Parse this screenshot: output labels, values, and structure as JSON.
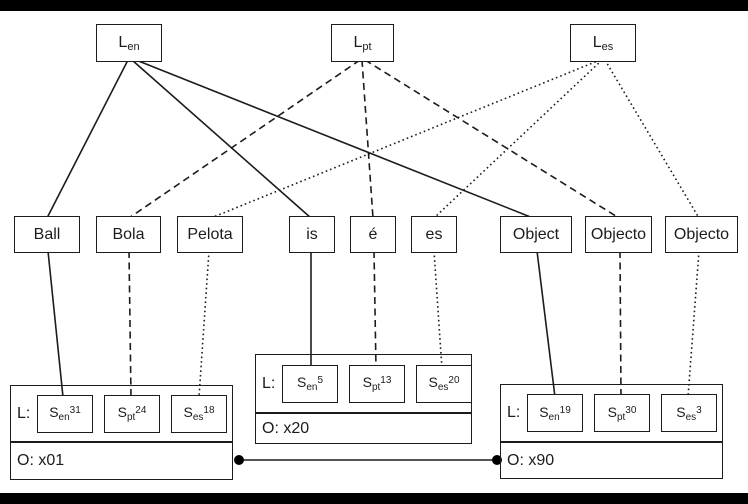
{
  "colors": {
    "background": "#ffffff",
    "bar": "#000000",
    "line": "#1c1c1c"
  },
  "languages": [
    {
      "base": "L",
      "sub": "en",
      "edge_style": "solid"
    },
    {
      "base": "L",
      "sub": "pt",
      "edge_style": "dashed"
    },
    {
      "base": "L",
      "sub": "es",
      "edge_style": "dotted"
    }
  ],
  "words": [
    {
      "label": "Ball"
    },
    {
      "label": "Bola"
    },
    {
      "label": "Pelota"
    },
    {
      "label": "is"
    },
    {
      "label": "é"
    },
    {
      "label": "es"
    },
    {
      "label": "Object"
    },
    {
      "label": "Objecto"
    },
    {
      "label": "Objecto"
    }
  ],
  "structures": [
    {
      "l_label": "L:",
      "o_label": "O: x01",
      "slots": [
        {
          "base": "S",
          "sub": "en",
          "sup": "31"
        },
        {
          "base": "S",
          "sub": "pt",
          "sup": "24"
        },
        {
          "base": "S",
          "sub": "es",
          "sup": "18"
        }
      ]
    },
    {
      "l_label": "L:",
      "o_label": "O: x20",
      "slots": [
        {
          "base": "S",
          "sub": "en",
          "sup": "5"
        },
        {
          "base": "S",
          "sub": "pt",
          "sup": "13"
        },
        {
          "base": "S",
          "sub": "es",
          "sup": "20"
        }
      ]
    },
    {
      "l_label": "L:",
      "o_label": "O: x90",
      "slots": [
        {
          "base": "S",
          "sub": "en",
          "sup": "19"
        },
        {
          "base": "S",
          "sub": "pt",
          "sup": "30"
        },
        {
          "base": "S",
          "sub": "es",
          "sup": "3"
        }
      ]
    }
  ]
}
